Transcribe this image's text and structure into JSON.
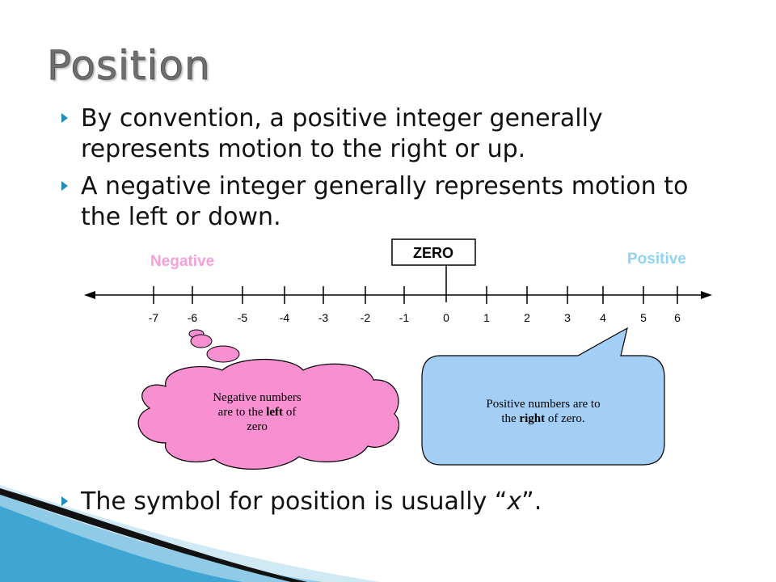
{
  "slide": {
    "title": "Position",
    "bullets": [
      "By convention, a positive integer generally represents motion to the right or up.",
      "A negative integer generally represents motion to the left or down."
    ],
    "last_bullet_prefix": "The symbol for position is usually “",
    "last_bullet_symbol": "x",
    "last_bullet_suffix": "”."
  },
  "number_line": {
    "negative_label": "Negative",
    "positive_label": "Positive",
    "zero_label": "ZERO",
    "ticks": [
      "-7",
      "-6",
      "-5",
      "-4",
      "-3",
      "-2",
      "-1",
      "0",
      "1",
      "2",
      "3",
      "4",
      "5",
      "6"
    ]
  },
  "callouts": {
    "negative_line1": "Negative numbers",
    "negative_line2_a": "are to the ",
    "negative_line2_bold": "left",
    "negative_line2_b": " of",
    "negative_line3": "zero",
    "positive_line1": "Positive numbers are to",
    "positive_line2_a": "the ",
    "positive_line2_bold": "right",
    "positive_line2_b": " of zero."
  },
  "colors": {
    "accent": "#1d8fb8",
    "negative_pink": "#f78fd0",
    "positive_blue": "#a3cff6",
    "negative_label": "#f5a0d8",
    "positive_label": "#8fd4f0"
  }
}
